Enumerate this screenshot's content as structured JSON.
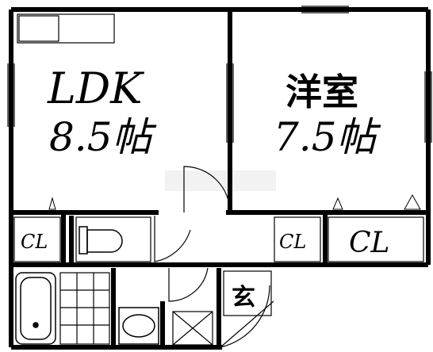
{
  "rooms": {
    "ldk": {
      "name": "LDK",
      "size": "8.5帖"
    },
    "western": {
      "name": "洋室",
      "size": "7.5帖"
    }
  },
  "closets": {
    "cl_left": "CL",
    "cl_mid": "CL",
    "cl_right": "CL"
  },
  "entrance": "玄",
  "colors": {
    "wall": "#000000",
    "line": "#000000",
    "tile": "#d9d9d9",
    "watermark": "#f0f0f0"
  }
}
